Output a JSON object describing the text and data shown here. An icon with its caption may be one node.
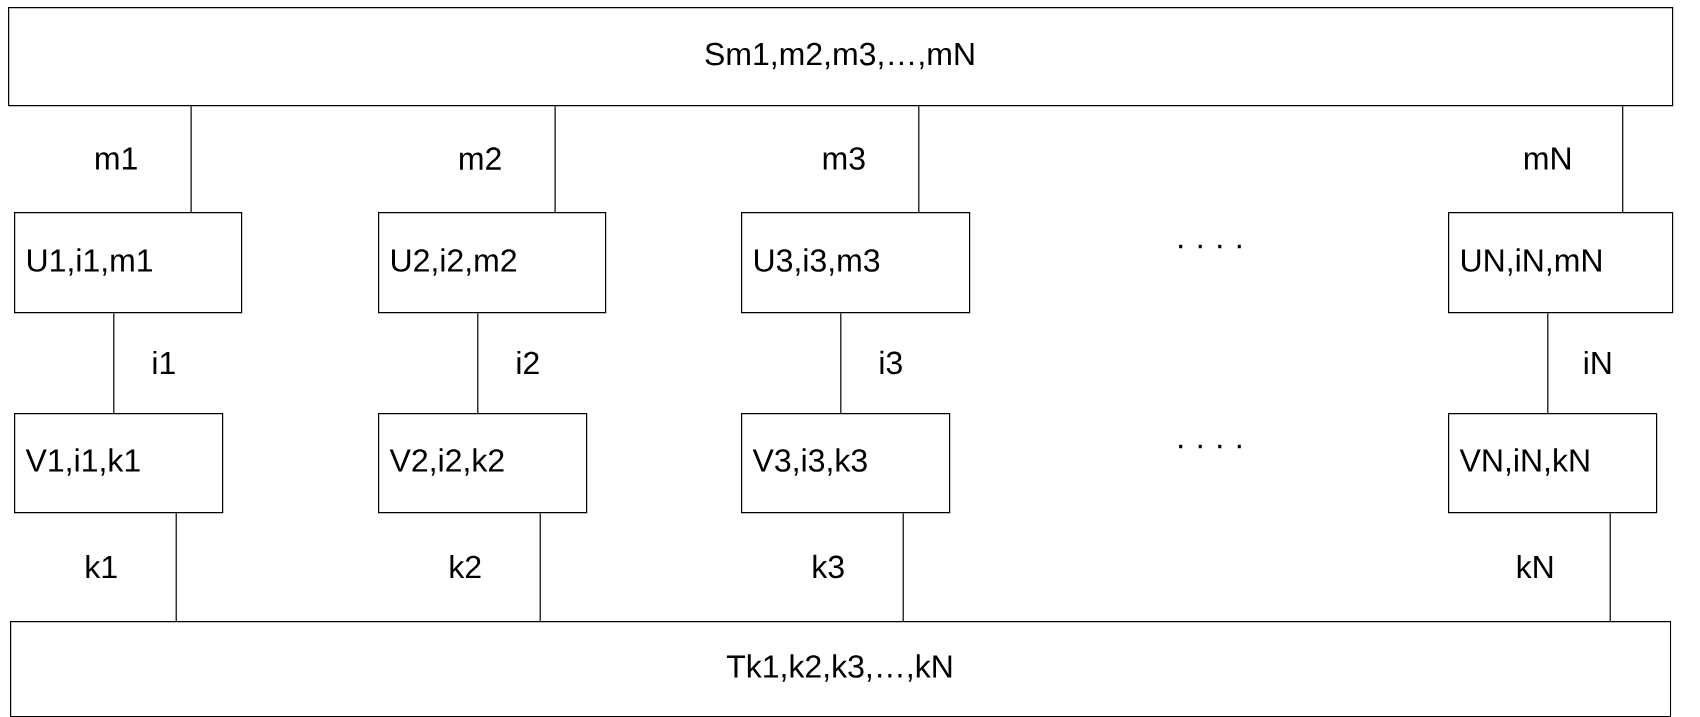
{
  "diagram": {
    "nodes": [
      {
        "text": [
          "Sm1,m2,m3,…,mN"
        ]
      },
      {
        "text": [
          "U1,i1,m1"
        ]
      },
      {
        "text": [
          "U2,i2,m2"
        ]
      },
      {
        "text": [
          "U3,i3,m3"
        ]
      },
      {
        "text": [
          "UN,iN,mN"
        ]
      },
      {
        "text": [
          "V1,i1,k1"
        ]
      },
      {
        "text": [
          "V2,i2,k2"
        ]
      },
      {
        "text": [
          "V3,i3,k3"
        ]
      },
      {
        "text": [
          "VN,iN,kN"
        ]
      },
      {
        "text": [
          "Tk1,k2,k3,…,kN"
        ]
      }
    ],
    "edges": [
      {
        "from": 0,
        "to": 1,
        "arrow": "none",
        "label": "m1"
      },
      {
        "from": 0,
        "to": 2,
        "arrow": "none",
        "label": "m2"
      },
      {
        "from": 0,
        "to": 3,
        "arrow": "none",
        "label": "m3"
      },
      {
        "from": 0,
        "to": 4,
        "arrow": "none",
        "label": "mN"
      },
      {
        "from": 1,
        "to": 5,
        "arrow": "none",
        "label": "i1"
      },
      {
        "from": 2,
        "to": 6,
        "arrow": "none",
        "label": "i2"
      },
      {
        "from": 3,
        "to": 7,
        "arrow": "none",
        "label": "i3"
      },
      {
        "from": 4,
        "to": 8,
        "arrow": "none",
        "label": "iN"
      },
      {
        "from": 5,
        "to": 9,
        "arrow": "none",
        "label": "k1"
      },
      {
        "from": 6,
        "to": 9,
        "arrow": "none",
        "label": "k2"
      },
      {
        "from": 7,
        "to": 9,
        "arrow": "none",
        "label": "k3"
      },
      {
        "from": 8,
        "to": 9,
        "arrow": "none",
        "label": "kN"
      }
    ],
    "labels": [
      "· · · ·",
      "· · · ·"
    ]
  }
}
